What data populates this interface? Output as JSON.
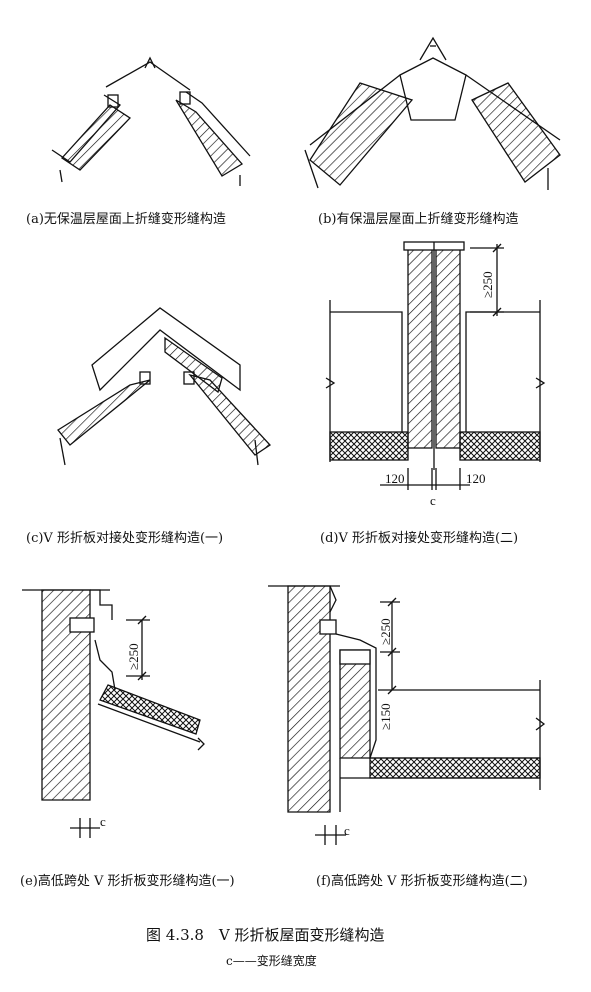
{
  "captions": {
    "a": "(a)无保温层屋面上折缝变形缝构造",
    "b": "(b)有保温层屋面上折缝变形缝构造",
    "c": "(c)V 形折板对接处变形缝构造(一)",
    "d": "(d)V 形折板对接处变形缝构造(二)",
    "e": "(e)高低跨处 V 形折板变形缝构造(一)",
    "f": "(f)高低跨处 V 形折板变形缝构造(二)"
  },
  "figure_title": "图 4.3.8　V 形折板屋面变形缝构造",
  "note": "c——变形缝宽度",
  "dims": {
    "d_height": "≥250",
    "d_left": "120",
    "d_right": "120",
    "d_gap": "c",
    "e_height": "≥250",
    "e_gap": "c",
    "f_height1": "≥250",
    "f_height2": "≥150",
    "f_gap": "c"
  }
}
